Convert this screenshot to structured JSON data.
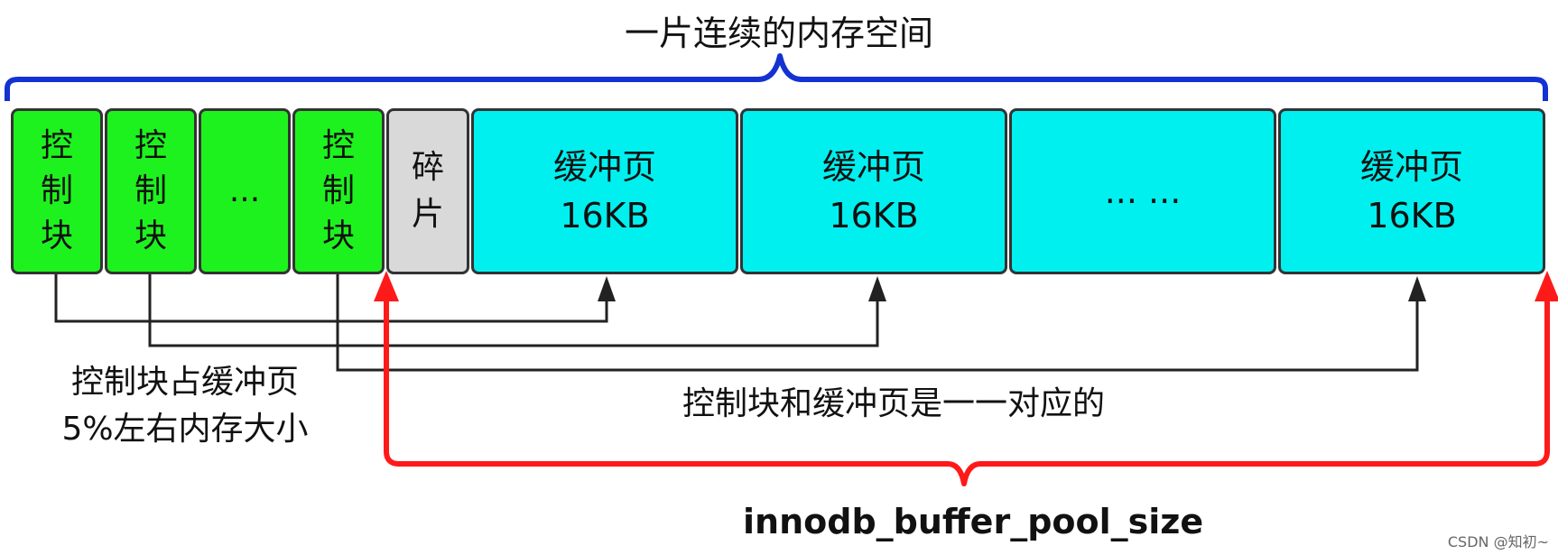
{
  "diagram": {
    "title": "一片连续的内存空间",
    "control_blocks": [
      "控制块",
      "控制块",
      "...",
      "控制块"
    ],
    "fragment": "碎片",
    "buffer_pages": [
      {
        "name": "缓冲页",
        "size": "16KB"
      },
      {
        "name": "缓冲页",
        "size": "16KB"
      },
      {
        "ellipsis": "... ..."
      },
      {
        "name": "缓冲页",
        "size": "16KB"
      }
    ],
    "note_control_size": "控制块占缓冲页\n5%左右内存大小",
    "note_mapping": "控制块和缓冲页是一一对应的",
    "pool_size_label": "innodb_buffer_pool_size",
    "watermark": "CSDN @知初~",
    "colors": {
      "control_block": "#1ef21e",
      "fragment": "#d9d9d9",
      "buffer_page": "#00f0f0",
      "memory_brace": "#1432d2",
      "pool_brace": "#ff1a1a",
      "connector": "#222222"
    }
  }
}
